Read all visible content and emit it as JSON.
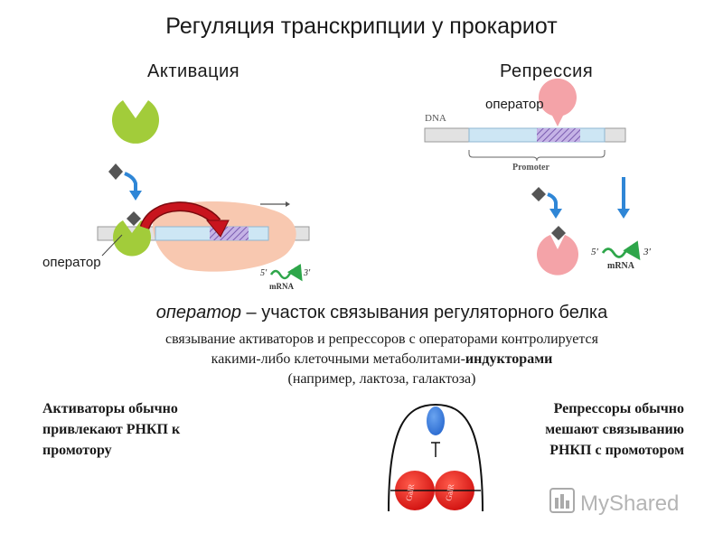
{
  "title": "Регуляция транскрипции у прокариот",
  "sections": {
    "activation": "Активация",
    "repression": "Репрессия"
  },
  "labels": {
    "operator_top": "оператор",
    "operator_left": "оператор",
    "dna": "DNA",
    "promoter": "Promoter",
    "mrna_left": "mRNA",
    "mrna_right": "mRNA",
    "five_prime": "5′",
    "three_prime": "3′",
    "galr": "GalR"
  },
  "definition": {
    "term": "оператор",
    "rest": " – участок связывания регуляторного белка"
  },
  "paragraph": {
    "line1": "связывание активаторов и репрессоров с операторами контролируется",
    "line2_normal": "какими-либо клеточными метаболитами-",
    "line2_bold": "индукторами",
    "line3": "(например, лактоза, галактоза)"
  },
  "activators_note": [
    "Активаторы обычно",
    "привлекают РНКП к",
    "промотору"
  ],
  "repressors_note": [
    "Репрессоры обычно",
    "мешают связыванию",
    "РНКП с промотором"
  ],
  "watermark": "MyShared",
  "colors": {
    "activator": "#a2cc3a",
    "repressor": "#f4a3a8",
    "polymerase": "#f8c8b0",
    "dna_promoter": "#cde6f4",
    "operator_hatch": "#9a7cc8",
    "arrow_blue": "#3a8fd8",
    "bend_arrow": "#c8141e",
    "galr_red": "#e01818",
    "loop_blue": "#3b7fe0",
    "mrna_green": "#2ea64a"
  }
}
